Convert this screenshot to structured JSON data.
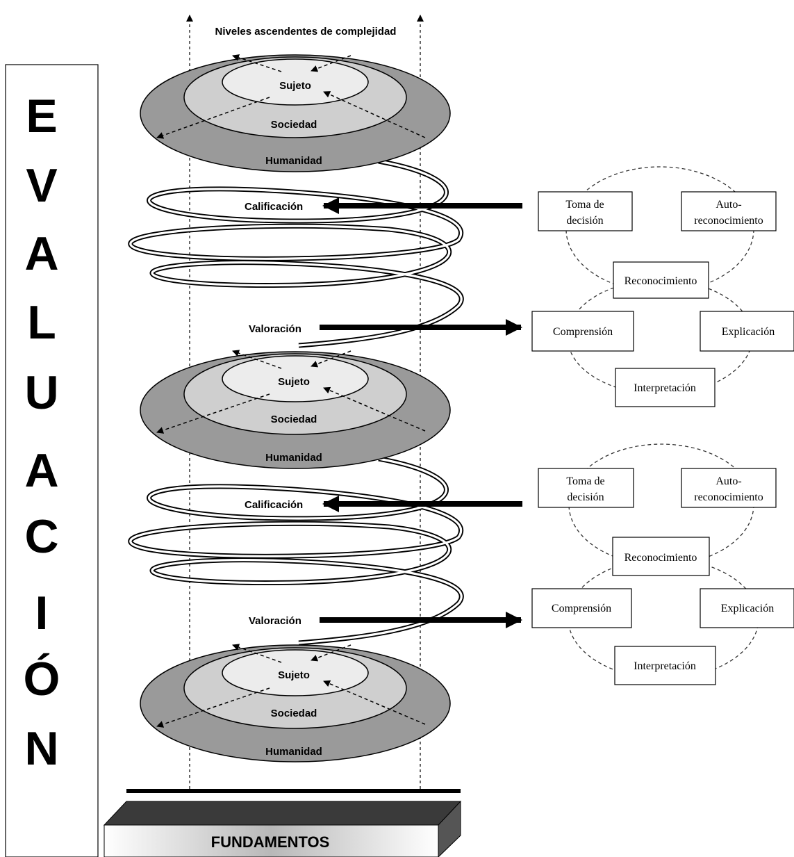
{
  "vertical_title": [
    "E",
    "V",
    "A",
    "L",
    "U",
    "A",
    "C",
    "I",
    "Ó",
    "N"
  ],
  "top_label": "Niveles ascendentes de complejidad",
  "levels": [
    {
      "inner": "Sujeto",
      "middle": "Sociedad",
      "outer": "Humanidad"
    },
    {
      "inner": "Sujeto",
      "middle": "Sociedad",
      "outer": "Humanidad"
    },
    {
      "inner": "Sujeto",
      "middle": "Sociedad",
      "outer": "Humanidad"
    }
  ],
  "stages": [
    {
      "calificacion": "Calificación",
      "valoracion": "Valoración"
    },
    {
      "calificacion": "Calificación",
      "valoracion": "Valoración"
    }
  ],
  "cycles": [
    {
      "toma_line1": "Toma de",
      "toma_line2": "decisión",
      "auto_line1": "Auto-",
      "auto_line2": "reconocimiento",
      "reconocimiento": "Reconocimiento",
      "comprension": "Comprensión",
      "explicacion": "Explicación",
      "interpretacion": "Interpretación"
    },
    {
      "toma_line1": "Toma de",
      "toma_line2": "decisión",
      "auto_line1": "Auto-",
      "auto_line2": "reconocimiento",
      "reconocimiento": "Reconocimiento",
      "comprension": "Comprensión",
      "explicacion": "Explicación",
      "interpretacion": "Interpretación"
    }
  ],
  "base_label": "FUNDAMENTOS",
  "colors": {
    "outer_ring": "#9a9a9a",
    "middle_ring": "#cfcfcf",
    "inner_ring": "#ececec",
    "platform_top": "#3a3a3a",
    "platform_side": "#555555",
    "platform_front_edge": "#bfbfbf"
  }
}
